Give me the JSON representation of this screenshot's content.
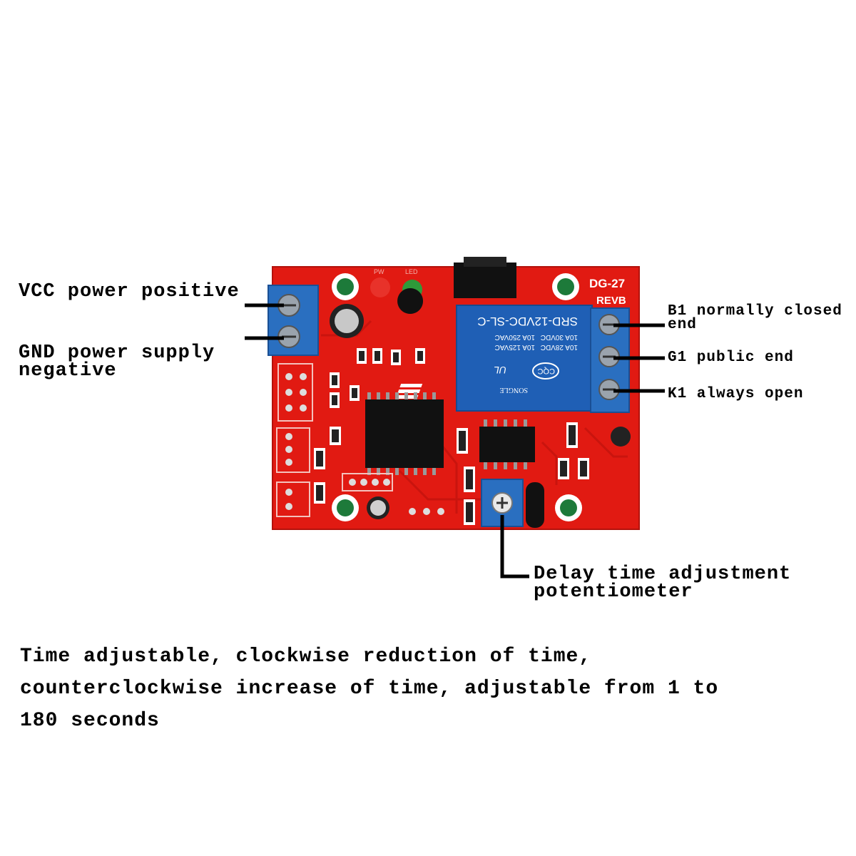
{
  "board": {
    "model": "DG-27",
    "revision": "REVB",
    "led_labels": [
      "PW",
      "LED"
    ],
    "relay": {
      "model": "SRD-12VDC-SL-C",
      "ratings": [
        "10A 250VAC",
        "10A 125VAC",
        "10A 30VDC",
        "10A 28VDC"
      ],
      "brand": "SONGLE",
      "cert_marks": [
        "CQC",
        "UL"
      ]
    }
  },
  "labels": {
    "vcc": "VCC power positive",
    "gnd": [
      "GND power supply",
      "negative"
    ],
    "b1": [
      "B1 normally closed",
      "end"
    ],
    "g1": "G1 public end",
    "k1": "K1 always open",
    "delay": [
      "Delay time adjustment",
      "potentiometer"
    ]
  },
  "caption": [
    "Time adjustable, clockwise reduction of time,",
    "counterclockwise increase of time, adjustable from 1 to",
    "180 seconds"
  ],
  "colors": {
    "pcb": "#e11a12",
    "terminal": "#2a6fc0",
    "relay": "#1f5fb5",
    "led_red": "#e8322a",
    "led_green": "#2f9a3a"
  }
}
